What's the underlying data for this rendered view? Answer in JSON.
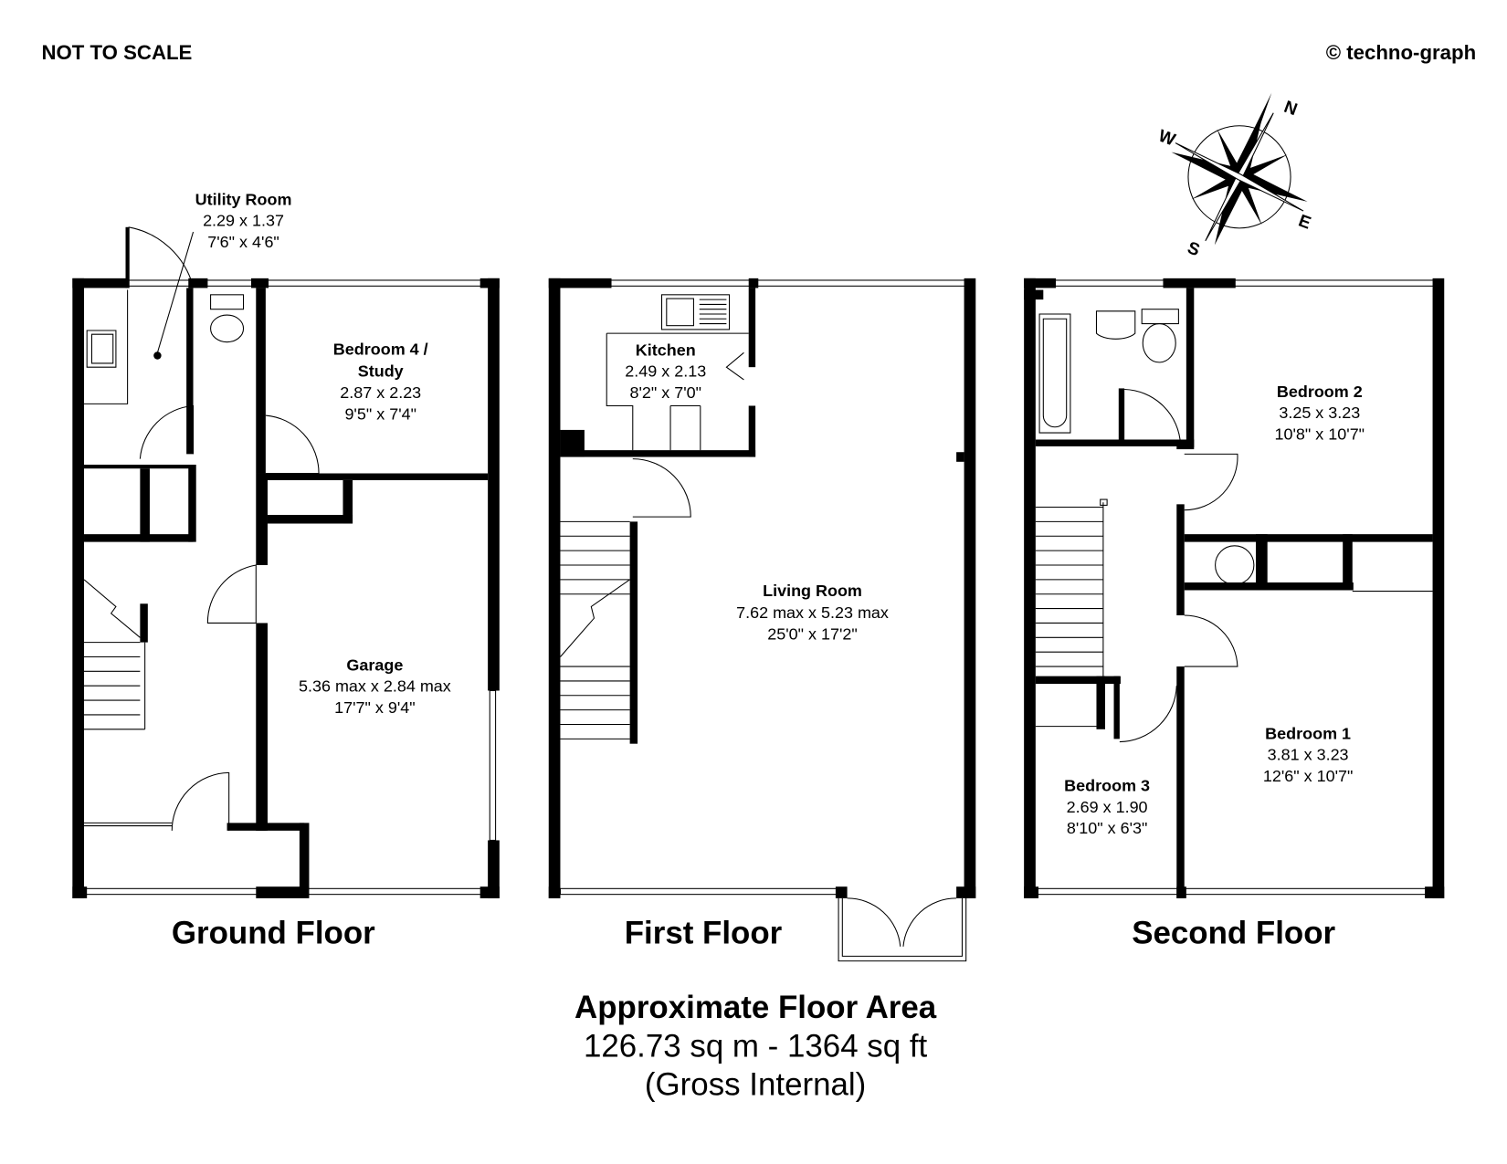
{
  "header": {
    "scale_note": "NOT TO SCALE",
    "copyright": "© techno-graph"
  },
  "compass": {
    "n": "N",
    "e": "E",
    "s": "S",
    "w": "W"
  },
  "floors": {
    "ground": {
      "title": "Ground Floor",
      "rooms": [
        {
          "name": "Utility Room",
          "metric": "2.29 x 1.37",
          "imperial": "7'6\" x 4'6\""
        },
        {
          "name_line1": "Bedroom 4 /",
          "name_line2": "Study",
          "metric": "2.87 x 2.23",
          "imperial": "9'5\" x 7'4\""
        },
        {
          "name": "Garage",
          "metric": "5.36 max x 2.84 max",
          "imperial": "17'7\" x 9'4\""
        }
      ]
    },
    "first": {
      "title": "First Floor",
      "rooms": [
        {
          "name": "Kitchen",
          "metric": "2.49 x 2.13",
          "imperial": "8'2\" x 7'0\""
        },
        {
          "name": "Living Room",
          "metric": "7.62 max x 5.23 max",
          "imperial": "25'0\" x 17'2\""
        }
      ]
    },
    "second": {
      "title": "Second Floor",
      "rooms": [
        {
          "name": "Bedroom 2",
          "metric": "3.25 x 3.23",
          "imperial": "10'8\" x 10'7\""
        },
        {
          "name": "Bedroom 1",
          "metric": "3.81 x 3.23",
          "imperial": "12'6\" x 10'7\""
        },
        {
          "name": "Bedroom 3",
          "metric": "2.69 x 1.90",
          "imperial": "8'10\" x 6'3\""
        }
      ]
    }
  },
  "area": {
    "title": "Approximate Floor Area",
    "value": "126.73 sq m - 1364 sq ft",
    "note": "(Gross Internal)"
  }
}
